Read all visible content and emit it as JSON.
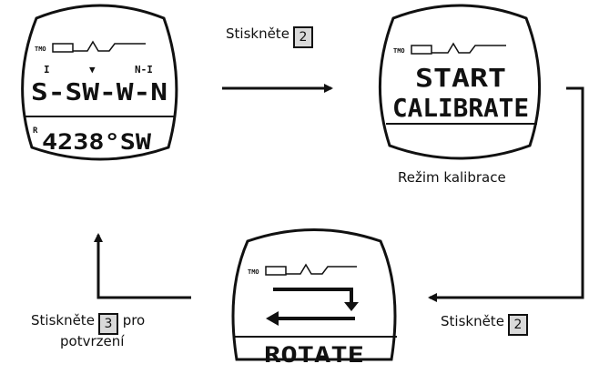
{
  "steps": {
    "top": {
      "label": "Stiskněte",
      "key": "2"
    },
    "right": {
      "label": "Stiskněte",
      "key": "2"
    },
    "left": {
      "label_before": "Stiskněte",
      "key": "3",
      "label_after": "pro",
      "line2": "potvrzení"
    }
  },
  "mode_caption": "Režim kalibrace",
  "watches": {
    "compass": {
      "tab_small": "TMO",
      "dir_marks": [
        "I",
        "▼",
        "N-I"
      ],
      "heading_big": "S-SW-W-N",
      "bottom_small": "R",
      "bottom": "4238°SW"
    },
    "calibrate": {
      "tab_small": "TMO",
      "line1": "START",
      "line2": "CALIBRATE"
    },
    "rotate": {
      "tab_small": "TMO",
      "bottom": "ROTATE"
    }
  },
  "colors": {
    "ink": "#111111",
    "key_fill": "#d9d9d9"
  }
}
